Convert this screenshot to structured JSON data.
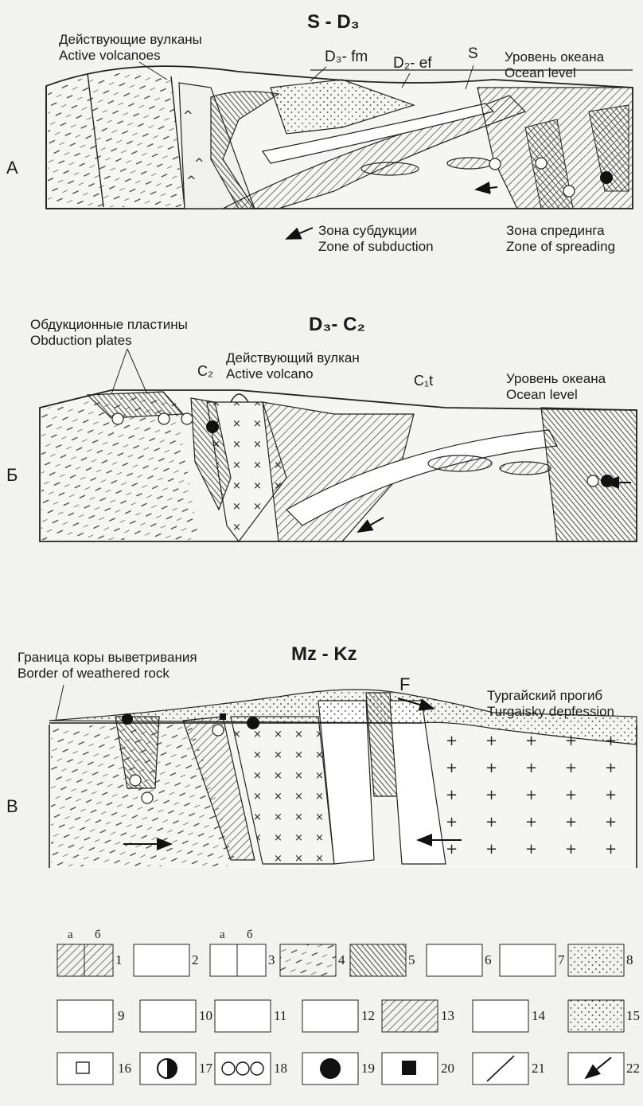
{
  "panel_a": {
    "letter": "А",
    "title": "S - D₃",
    "label_volcanoes_ru": "Действующие вулканы",
    "label_volcanoes_en": "Active volcanoes",
    "label_d3fm": "D₃- fm",
    "label_d2ef": "D₂- ef",
    "label_s": "S",
    "label_ocean_ru": "Уровень океана",
    "label_ocean_en": "Ocean level",
    "label_subduction_ru": "Зона субдукции",
    "label_subduction_en": "Zone of subduction",
    "label_spreading_ru": "Зона спрединга",
    "label_spreading_en": "Zone of spreading"
  },
  "panel_b": {
    "letter": "Б",
    "title": "D₃- C₂",
    "label_obduction_ru": "Обдукционные пластины",
    "label_obduction_en": "Obduction plates",
    "label_c2": "C₂",
    "label_volcano_ru": "Действующий вулкан",
    "label_volcano_en": "Active volcano",
    "label_c1t": "C₁t",
    "label_ocean_ru": "Уровень океана",
    "label_ocean_en": "Ocean level"
  },
  "panel_c": {
    "letter": "В",
    "title": "Mz - Kz",
    "label_border_ru": "Граница коры выветривания",
    "label_border_en": "Border of weathered rock",
    "label_f": "F",
    "label_turgai_ru": "Тургайский прогиб",
    "label_turgai_en": "Turgaisky depfession"
  },
  "legend": {
    "sub_a": "а",
    "sub_b": "б",
    "numbers": [
      "1",
      "2",
      "3",
      "4",
      "5",
      "6",
      "7",
      "8",
      "9",
      "10",
      "11",
      "12",
      "13",
      "14",
      "15",
      "16",
      "17",
      "18",
      "19",
      "20",
      "21",
      "22"
    ]
  }
}
